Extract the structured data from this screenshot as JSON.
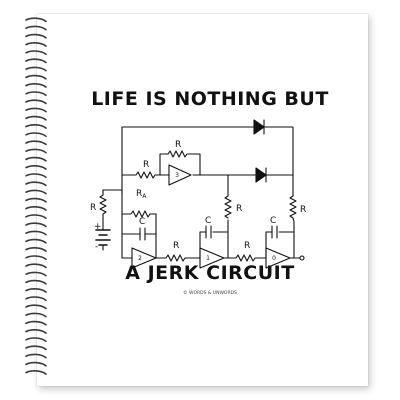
{
  "notebook": {
    "title_top": "LIFE IS NOTHING BUT",
    "title_bottom": "A JERK CIRCUIT",
    "credit": "© WORDS & UNWORDS"
  },
  "circuit": {
    "resistor_label": "R",
    "resistor_a_label": "R",
    "resistor_a_subscript": "A",
    "capacitor_label": "C",
    "opamp_labels": [
      "3",
      "2",
      "1",
      "0"
    ],
    "battery_plus": "+",
    "battery_minus": "-"
  },
  "colors": {
    "paper": "#ffffff",
    "ink": "#111111",
    "spiral": "#3a3a3a"
  }
}
